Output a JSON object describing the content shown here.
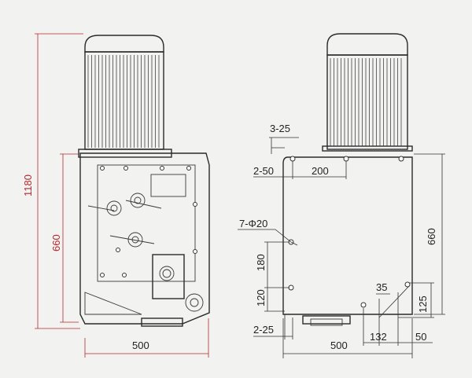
{
  "left_view": {
    "dim_overall_height": "1180",
    "dim_body_height": "660",
    "dim_width": "500"
  },
  "right_view": {
    "dim_hole_offset_top": "3-25",
    "dim_hole_offset_side": "2-50",
    "dim_hole_spacing": "200",
    "dim_hole_spec": "7-Φ20",
    "dim_vertical_180": "180",
    "dim_vertical_120": "120",
    "dim_bottom_offset": "2-25",
    "dim_width": "500",
    "dim_height": "660",
    "dim_35": "35",
    "dim_125": "125",
    "dim_132": "132",
    "dim_50": "50"
  },
  "colors": {
    "outline": "#2b2b2b",
    "dimension_red": "#b3282d",
    "background": "#f2f2f0"
  }
}
